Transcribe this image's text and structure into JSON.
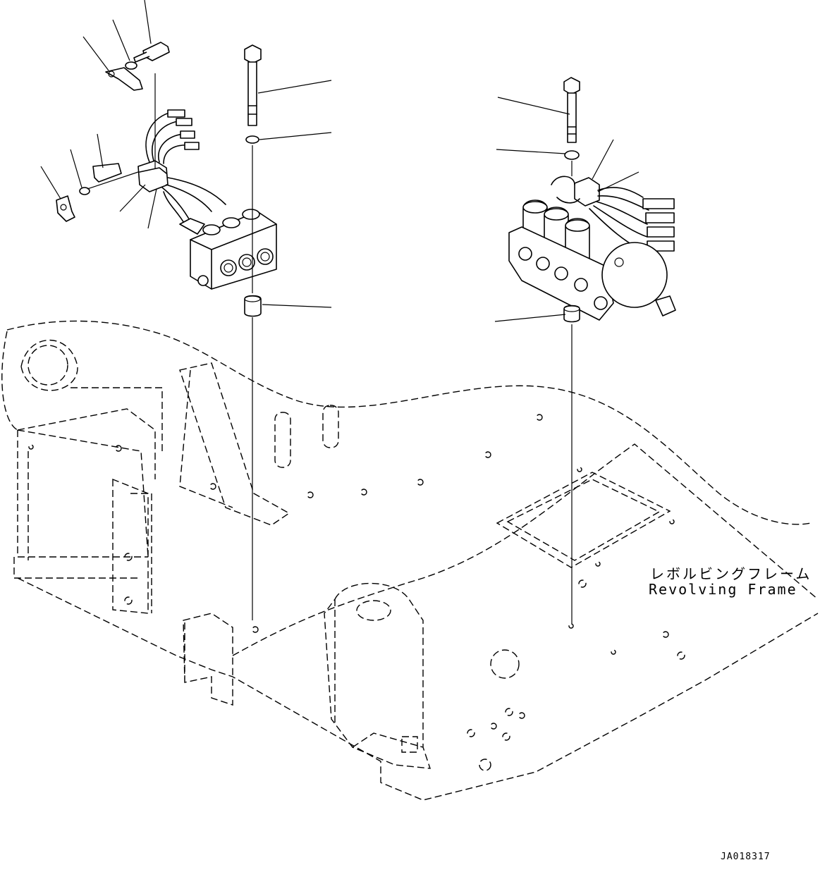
{
  "labels": {
    "frame_jp": "レボルビングフレーム",
    "frame_en": "Revolving Frame",
    "drawing_code": "JA018317"
  }
}
